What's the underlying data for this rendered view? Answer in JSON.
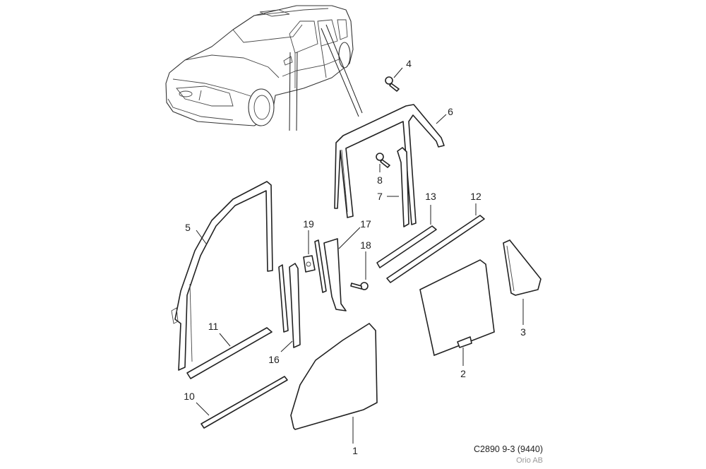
{
  "callouts": {
    "c1": "1",
    "c2": "2",
    "c3": "3",
    "c4": "4",
    "c5": "5",
    "c6": "6",
    "c7": "7",
    "c8": "8",
    "c10": "10",
    "c11": "11",
    "c12": "12",
    "c13": "13",
    "c16": "16",
    "c17": "17",
    "c18": "18",
    "c19": "19"
  },
  "footer": {
    "reference": "C2890 9-3 (9440)",
    "copyright": "Orio AB"
  },
  "colors": {
    "line": "#222222",
    "copyright": "#999999"
  }
}
